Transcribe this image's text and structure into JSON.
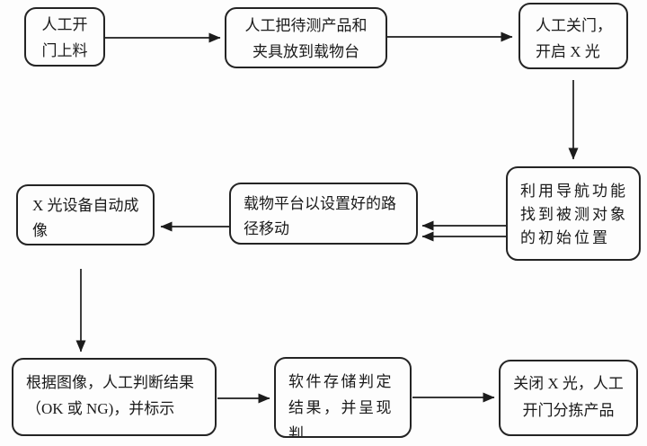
{
  "flowchart": {
    "stroke_color": "#1c1c1c",
    "background_color": "#fdfdfd",
    "nodes": [
      {
        "label": "人工开\n门上料"
      },
      {
        "label": "人工把待测产品和\n夹具放到载物台"
      },
      {
        "label": "人工关门，\n开启 X 光"
      },
      {
        "label": "利用导航功能\n找到被测对象\n的初始位置"
      },
      {
        "label": "载物平台以设置好的路\n径移动"
      },
      {
        "label": "X 光设备自动成\n像"
      },
      {
        "label": "根据图像，人工判断结果\n（OK 或 NG)，并标示"
      },
      {
        "label": "软件存储判定\n结果，并呈现判\n定结果图"
      },
      {
        "label": "关闭 X 光，人工\n开门分拣产品"
      }
    ],
    "edges": [
      {
        "from": 0,
        "to": 1,
        "double": false
      },
      {
        "from": 1,
        "to": 2,
        "double": false
      },
      {
        "from": 2,
        "to": 3,
        "double": false
      },
      {
        "from": 3,
        "to": 4,
        "double": true
      },
      {
        "from": 4,
        "to": 5,
        "double": false
      },
      {
        "from": 5,
        "to": 6,
        "double": false
      },
      {
        "from": 6,
        "to": 7,
        "double": false
      },
      {
        "from": 7,
        "to": 8,
        "double": false
      }
    ]
  }
}
